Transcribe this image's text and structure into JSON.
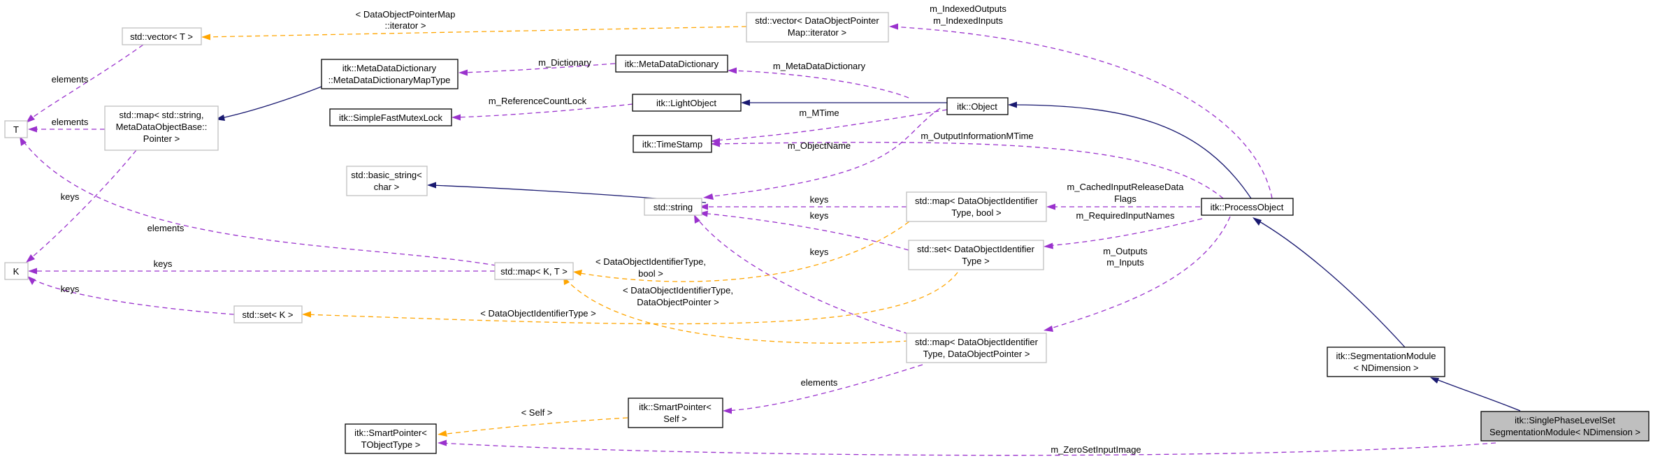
{
  "nodes": {
    "vector_T": [
      "std::vector< T >"
    ],
    "vector_iter": [
      "std::vector< DataObjectPointer",
      "Map::iterator >"
    ],
    "T": [
      "T"
    ],
    "map_string": [
      "std::map< std::string,",
      "MetaDataObjectBase::",
      "Pointer >"
    ],
    "mdd_maptype": [
      "itk::MetaDataDictionary",
      "::MetaDataDictionaryMapType"
    ],
    "mdd": [
      "itk::MetaDataDictionary"
    ],
    "mutex": [
      "itk::SimpleFastMutexLock"
    ],
    "light": [
      "itk::LightObject"
    ],
    "object": [
      "itk::Object"
    ],
    "timestamp": [
      "itk::TimeStamp"
    ],
    "basic_string": [
      "std::basic_string<",
      "char >"
    ],
    "string": [
      "std::string"
    ],
    "map_bool": [
      "std::map< DataObjectIdentifier",
      "Type, bool >"
    ],
    "process": [
      "itk::ProcessObject"
    ],
    "K": [
      "K"
    ],
    "map_KT": [
      "std::map< K, T >"
    ],
    "set_id": [
      "std::set< DataObjectIdentifier",
      "Type >"
    ],
    "set_K": [
      "std::set< K >"
    ],
    "map_ptr": [
      "std::map< DataObjectIdentifier",
      "Type, DataObjectPointer >"
    ],
    "segmod": [
      "itk::SegmentationModule",
      "< NDimension >"
    ],
    "sp_self": [
      "itk::SmartPointer<",
      "Self >"
    ],
    "sp_tobj": [
      "itk::SmartPointer<",
      "TObjectType >"
    ],
    "single": [
      "itk::SinglePhaseLevelSet",
      "SegmentationModule< NDimension >"
    ]
  },
  "edge_labels": {
    "iter_to_vector": [
      "< DataObjectPointerMap",
      "::iterator >"
    ],
    "indexed": [
      "m_IndexedOutputs",
      "m_IndexedInputs"
    ],
    "vector_elements": [
      "elements"
    ],
    "map_elements": [
      "elements"
    ],
    "dictionary": [
      "m_Dictionary"
    ],
    "metadatadict": [
      "m_MetaDataDictionary"
    ],
    "refcountlock": [
      "m_ReferenceCountLock"
    ],
    "mtime": [
      "m_MTime"
    ],
    "outputinfo": [
      "m_OutputInformationMTime"
    ],
    "objectname": [
      "m_ObjectName"
    ],
    "map_keys_K": [
      "keys"
    ],
    "cached": [
      "m_CachedInputReleaseData",
      "Flags"
    ],
    "required": [
      "m_RequiredInputNames"
    ],
    "keys_bool": [
      "keys"
    ],
    "keys_set": [
      "keys"
    ],
    "keys_ptr": [
      "keys"
    ],
    "elements_T": [
      "elements"
    ],
    "keys_mapKT": [
      "keys"
    ],
    "outputs": [
      "m_Outputs",
      "m_Inputs"
    ],
    "tpl_bool": [
      "< DataObjectIdentifierType,",
      "bool >"
    ],
    "tpl_ptr": [
      "< DataObjectIdentifierType,",
      "DataObjectPointer >"
    ],
    "keys_setK": [
      "keys"
    ],
    "tpl_setK": [
      "< DataObjectIdentifierType >"
    ],
    "sp_elements": [
      "elements"
    ],
    "self": [
      "< Self >"
    ],
    "zeroset": [
      "m_ZeroSetInputImage"
    ]
  }
}
